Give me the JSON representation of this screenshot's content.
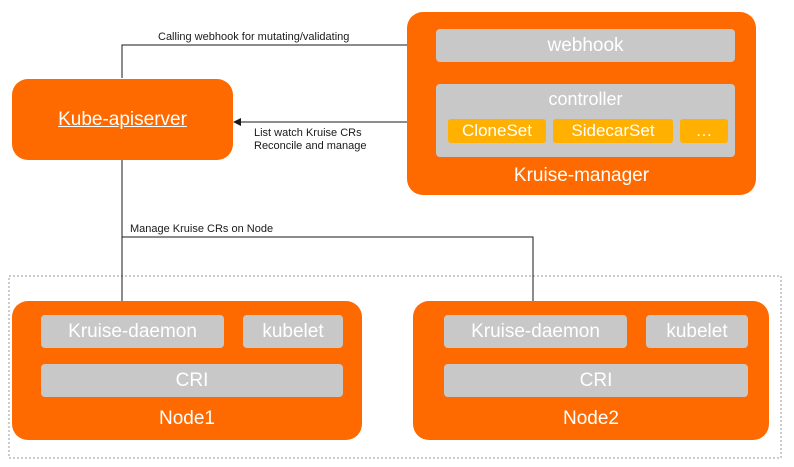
{
  "apiserver": {
    "label": "Kube-apiserver"
  },
  "manager": {
    "title": "Kruise-manager",
    "webhook_label": "webhook",
    "controller_label": "controller",
    "controllers": [
      "CloneSet",
      "SidecarSet",
      "…"
    ]
  },
  "edges": {
    "webhook_call": "Calling webhook for mutating/validating",
    "list_watch_line1": "List watch Kruise CRs",
    "list_watch_line2": "Reconcile and manage",
    "manage_nodes": "Manage Kruise CRs on Node"
  },
  "nodes": [
    {
      "title": "Node1",
      "daemon": "Kruise-daemon",
      "kubelet": "kubelet",
      "cri": "CRI"
    },
    {
      "title": "Node2",
      "daemon": "Kruise-daemon",
      "kubelet": "kubelet",
      "cri": "CRI"
    }
  ],
  "colors": {
    "orange": "#ff6a00",
    "gray": "#c8c8c8",
    "yellow": "#ffb000",
    "line": "#1a1a1a"
  }
}
